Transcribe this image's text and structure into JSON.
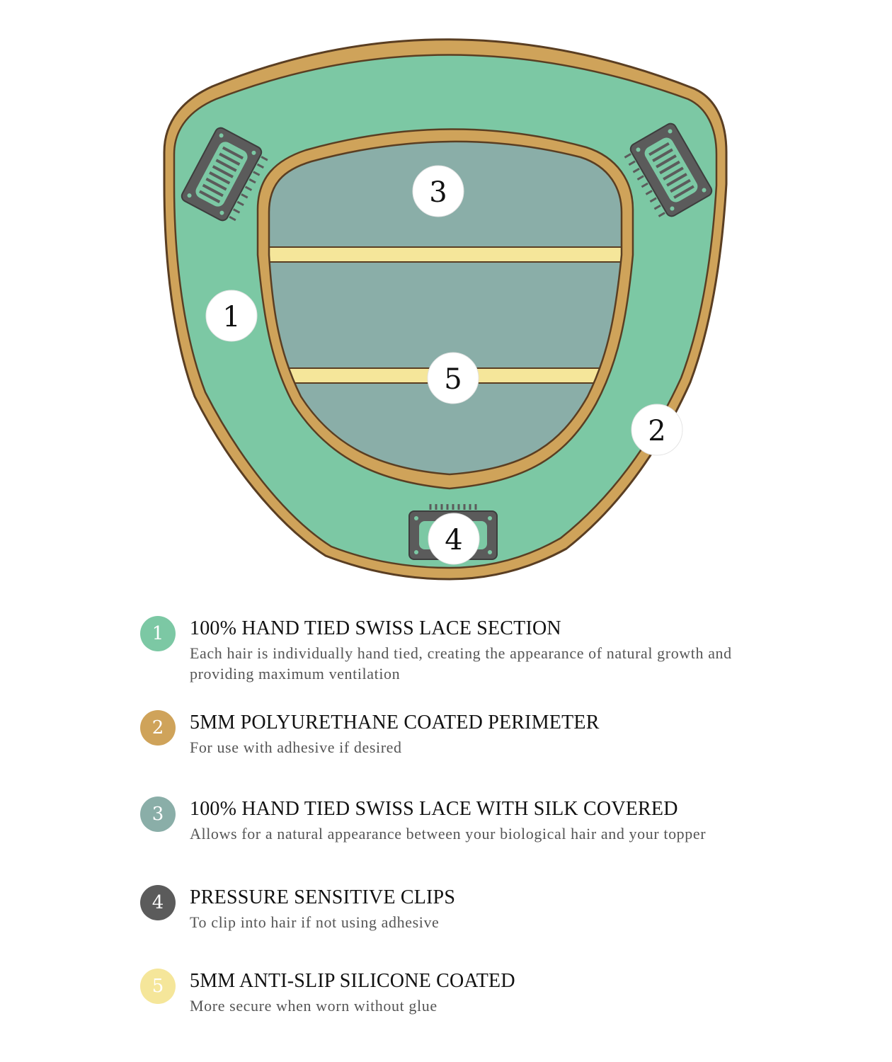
{
  "colors": {
    "lace_green": "#7cc8a4",
    "perimeter_gold": "#cfa35a",
    "silk_teal": "#8aaea8",
    "clip_gray": "#5b5b5b",
    "silicone_yellow": "#f5e69a",
    "outline_brown": "#5a3e22"
  },
  "markers": [
    {
      "label": "1"
    },
    {
      "label": "2"
    },
    {
      "label": "3"
    },
    {
      "label": "4"
    },
    {
      "label": "5"
    }
  ],
  "legend": [
    {
      "number": "1",
      "title": "100% HAND TIED SWISS LACE SECTION",
      "description": "Each hair is individually hand tied, creating the appearance of natural growth and providing maximum ventilation"
    },
    {
      "number": "2",
      "title": "5MM POLYURETHANE COATED PERIMETER",
      "description": "For use with adhesive if desired"
    },
    {
      "number": "3",
      "title": "100% HAND TIED SWISS LACE WITH SILK COVERED",
      "description": "Allows for a natural appearance between your biological hair and your topper"
    },
    {
      "number": "4",
      "title": "PRESSURE SENSITIVE CLIPS",
      "description": "To clip into hair if not using adhesive"
    },
    {
      "number": "5",
      "title": "5MM ANTI-SLIP SILICONE COATED",
      "description": "More secure when worn without glue"
    }
  ]
}
